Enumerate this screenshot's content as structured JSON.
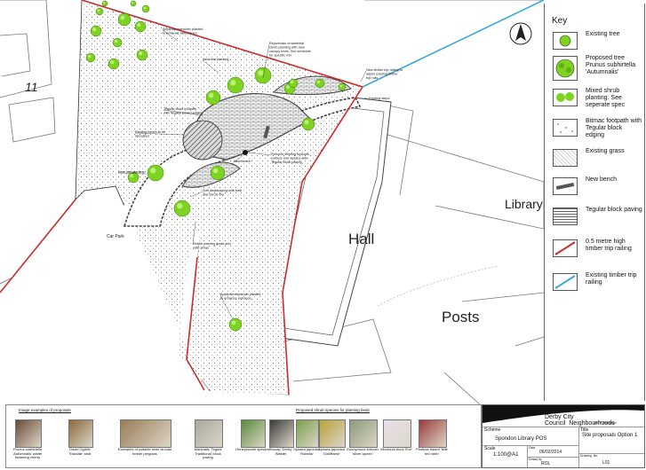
{
  "map": {
    "number_label": "11",
    "hall_label": "Hall",
    "library_label": "Library",
    "posts_label": "Posts",
    "car_park_label": "Car Park",
    "north_symbol": "north-arrow-icon",
    "annotations": [
      "Apple/Amelanchier planted to enhance boundaries",
      "New tree planting",
      "Rejuvenate ornamental shrub planting with new canopy trees. See schedule for specific mix",
      "New timber trip railing to adjoin existing timber trip rails",
      "Existing steps",
      "Tegular block footpath with Tegular paved edging",
      "Existing bench to be relocated",
      "Remove existing footpath surface and replace with Tegular block paving",
      "New bench",
      "Soft landscaping with bulb and shrub mix",
      "New tree planting",
      "Retain existing grass and path areas",
      "Apple/Amelanchier planted to enhance entrance"
    ]
  },
  "key": {
    "title": "Key",
    "items": [
      {
        "label": "Existing tree",
        "icon": "existing-tree-icon"
      },
      {
        "label": "Proposed tree Prunus subhirtella 'Autumnalis'",
        "icon": "proposed-tree-icon"
      },
      {
        "label": "Mixed shrub planting. See seperate spec",
        "icon": "shrub-icon"
      },
      {
        "label": "Bitmac footpath with Tegular block edging",
        "icon": "bitmac-icon"
      },
      {
        "label": "Existing grass",
        "icon": "grass-icon"
      },
      {
        "label": "New bench",
        "icon": "bench-icon"
      },
      {
        "label": "Tegular block paving",
        "icon": "paving-icon"
      },
      {
        "label": "0.5 metre high timber trip railing",
        "icon": "red-railing-icon"
      },
      {
        "label": "Existing timber trip railing",
        "icon": "blue-railing-icon"
      }
    ]
  },
  "images_strip": {
    "heading_left": "Image examples of proposals",
    "heading_right": "Proposed shrub species for planting beds",
    "captions": [
      "Prunus subhirtella 'Autumnalis' winter flowering cherry",
      "David Ogilvie 'Eskdale' seat",
      "Examples of suitable semi circular timber pergolas",
      "Marshalls 'Tegula Traditional' block paving",
      "Honeysuckle species",
      "Broxap 'Derby' Waster",
      "Spiraea japonica 'Rubella'",
      "Spiraea japonica 'Goldflame'",
      "Euonymous fortunei 'silver queen'",
      "Viburnum tinus 'Eve'",
      "Photinia fraseri 'little red robin'"
    ]
  },
  "title_block": {
    "organisation": "Derby City Council",
    "department": "Neighbourhoods",
    "officer": "Cllr. P. Robinson",
    "scheme_label": "Scheme",
    "scheme_value": "Spondon Library POS",
    "title_label": "Title",
    "title_value": "Site proposals Option 1",
    "scale_label": "Scale",
    "scale_value": "1:100@A1",
    "date_label": "Date",
    "date_value": "06/02/2014",
    "drawn_label": "Drawn by",
    "drawn_value": "ROL",
    "drawing_label": "Drawing. No.",
    "drawing_value": "L01"
  },
  "colors": {
    "tree": "#7ed321",
    "railing_red": "#cc2b2b",
    "railing_blue": "#3aa7d8",
    "outline": "#333333"
  }
}
